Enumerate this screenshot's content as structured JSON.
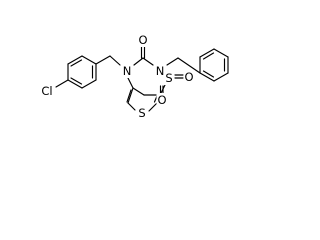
{
  "molecule": {
    "atoms": {
      "n4": "N",
      "n2": "N",
      "s1": "S",
      "o_carbonyl": "O",
      "o_sulfonyl_right": "O",
      "o_sulfonyl_bottom": "O",
      "s_thiophene": "S",
      "cl": "Cl"
    }
  }
}
